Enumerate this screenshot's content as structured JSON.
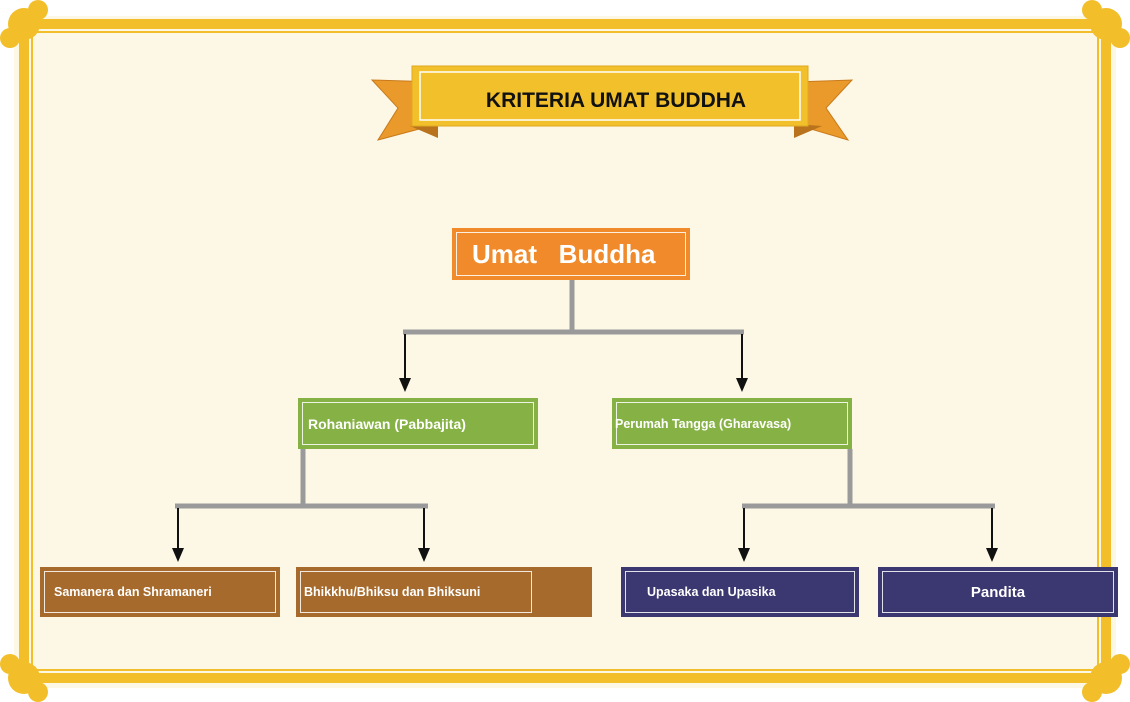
{
  "banner": {
    "title": "KRITERIA UMAT BUDDHA"
  },
  "tree": {
    "root": {
      "label": "Umat   Buddha"
    },
    "left": {
      "label": "Rohaniawan (Pabbajita)",
      "children": [
        {
          "label": "Samanera dan Shramaneri"
        },
        {
          "label": "Bhikkhu/Bhiksu dan Bhiksuni"
        }
      ]
    },
    "right": {
      "label": "Perumah Tangga (Gharavasa)",
      "children": [
        {
          "label": "Upasaka dan Upasika"
        },
        {
          "label": "Pandita"
        }
      ]
    }
  },
  "colors": {
    "frame": "#f2bf2a",
    "background": "#fdf8e6",
    "banner": "#f2c02a",
    "ribbon": "#e99a2a",
    "root": "#f08a2a",
    "level2": "#86b245",
    "level3_left": "#a66a2c",
    "level3_right": "#3b3770",
    "connector": "#9a9a9a",
    "arrow": "#111111"
  }
}
